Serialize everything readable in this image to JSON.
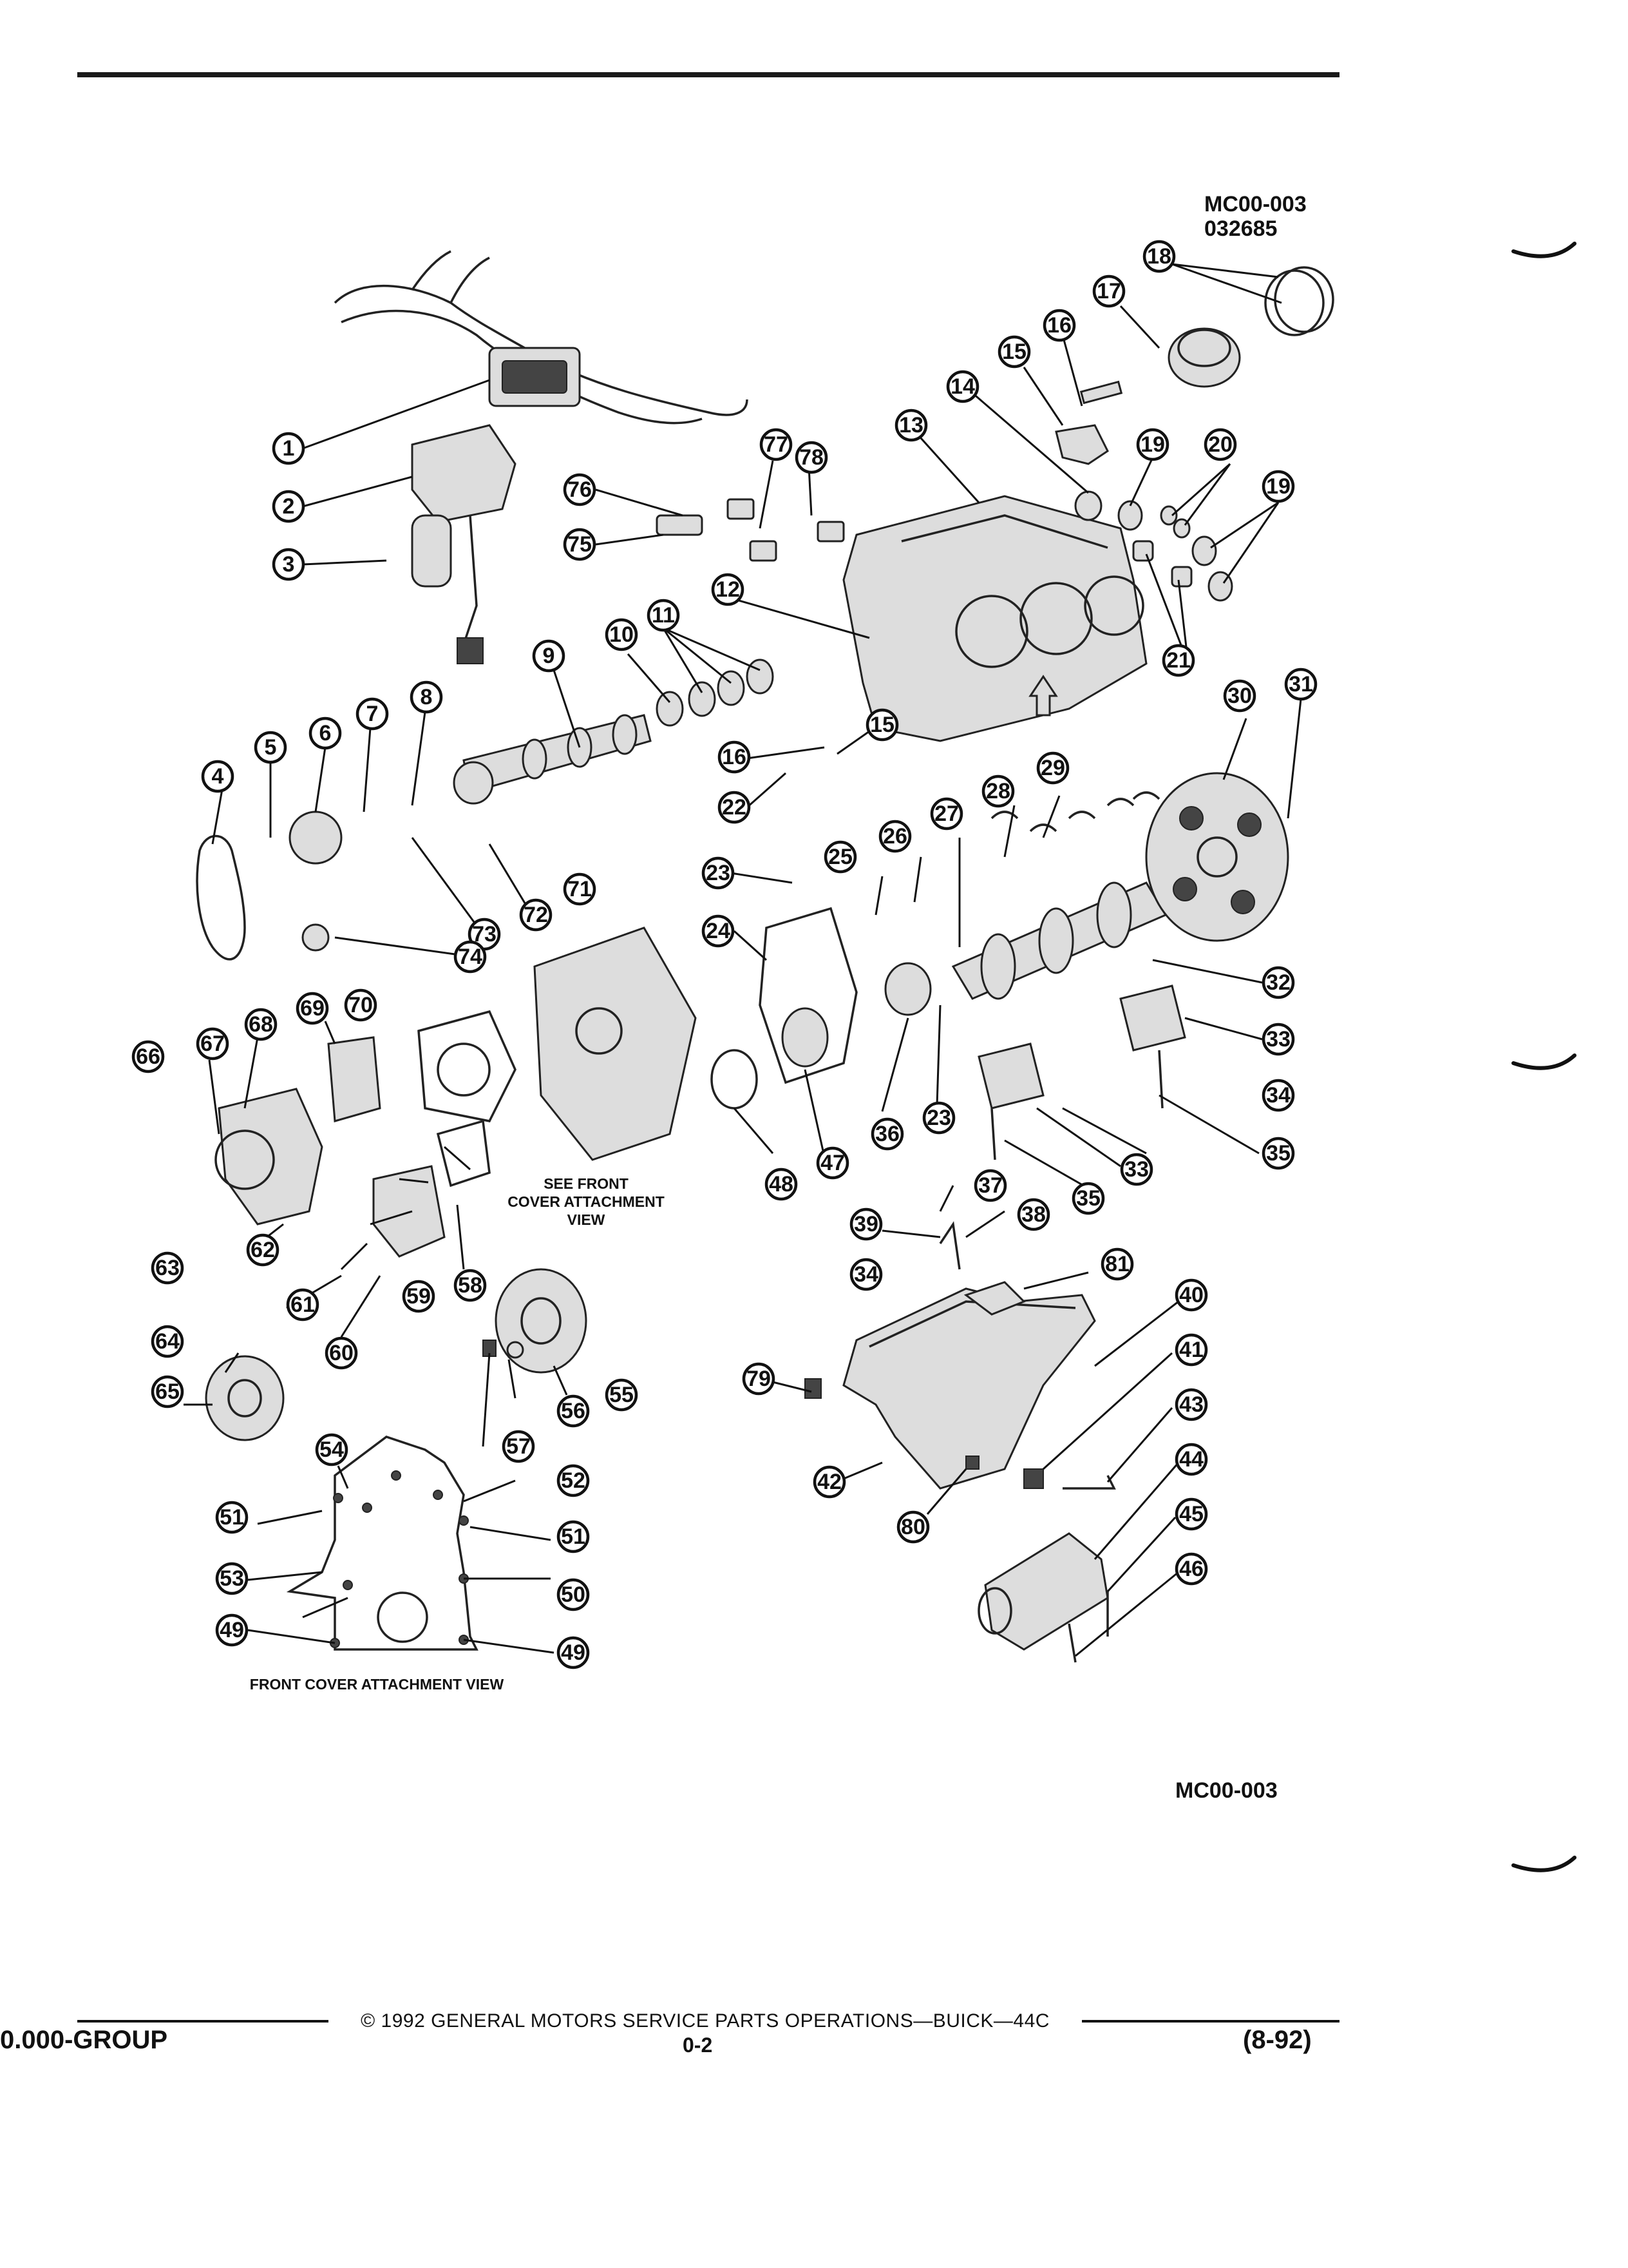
{
  "header": {
    "figure_code": "MC00-003",
    "figure_number": "032685"
  },
  "diagram": {
    "callouts": [
      "1",
      "2",
      "3",
      "4",
      "5",
      "6",
      "7",
      "8",
      "9",
      "10",
      "11",
      "12",
      "13",
      "14",
      "15",
      "16",
      "17",
      "18",
      "19",
      "20",
      "21",
      "22",
      "23",
      "24",
      "25",
      "26",
      "27",
      "28",
      "29",
      "30",
      "31",
      "32",
      "33",
      "34",
      "35",
      "36",
      "37",
      "38",
      "39",
      "40",
      "41",
      "42",
      "43",
      "44",
      "45",
      "46",
      "47",
      "48",
      "49",
      "50",
      "51",
      "52",
      "53",
      "54",
      "55",
      "56",
      "57",
      "58",
      "59",
      "60",
      "61",
      "62",
      "63",
      "64",
      "65",
      "66",
      "67",
      "68",
      "69",
      "70",
      "71",
      "72",
      "73",
      "74",
      "75",
      "76",
      "77",
      "78",
      "79",
      "80",
      "81"
    ],
    "see_front_cover_caption": [
      "SEE FRONT",
      "COVER ATTACHMENT",
      "VIEW"
    ],
    "front_cover_caption": "FRONT COVER ATTACHMENT VIEW"
  },
  "bottom_code": "MC00-003",
  "footer": {
    "copyright": "© 1992 GENERAL MOTORS SERVICE PARTS OPERATIONS—BUICK—44C",
    "group": "0.000-GROUP",
    "page": "0-2",
    "date": "(8-92)"
  }
}
